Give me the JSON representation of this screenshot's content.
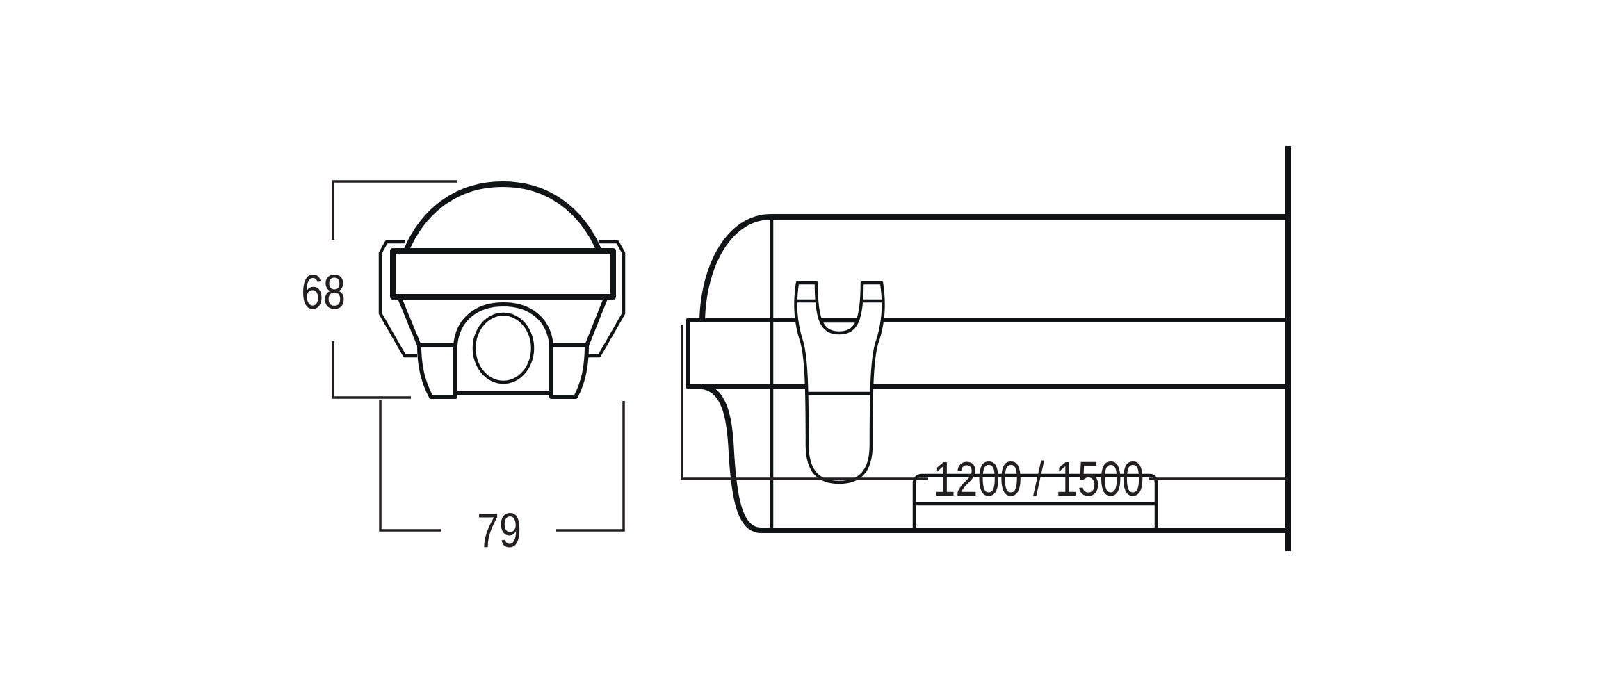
{
  "drawing": {
    "dimensions": {
      "height": "68",
      "width": "79",
      "length": "1200 / 1500"
    },
    "colors": {
      "line": "#111414",
      "background": "#ffffff"
    }
  }
}
